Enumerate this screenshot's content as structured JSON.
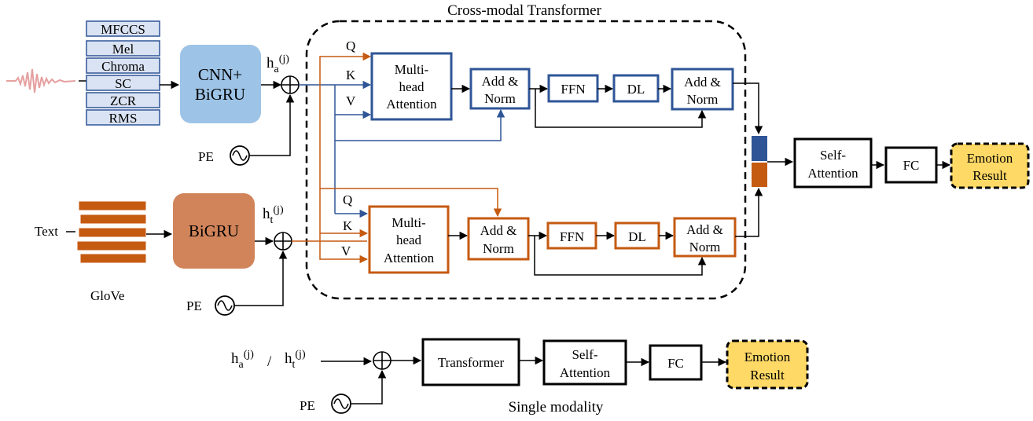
{
  "title": "Cross-modal Transformer",
  "colors": {
    "audio_branch": "#2f5597",
    "text_branch": "#c55a11",
    "cnn_block": "#9dc3e6",
    "bigru_block": "#d1845a",
    "emotion_result": "#ffd966"
  },
  "audio": {
    "features": [
      "MFCCS",
      "Mel",
      "Chroma",
      "SC",
      "ZCR",
      "RMS"
    ],
    "encoder_line1": "CNN+",
    "encoder_line2": "BiGRU",
    "h_base": "h",
    "h_sub": "a",
    "h_sup": "(j)",
    "pe": "PE"
  },
  "text": {
    "input": "Text",
    "embedding": "GloVe",
    "encoder": "BiGRU",
    "h_base": "h",
    "h_sub": "t",
    "h_sup": "(j)",
    "pe": "PE"
  },
  "attention_inputs": {
    "q": "Q",
    "k": "K",
    "v": "V"
  },
  "blocks": {
    "mha_line1": "Multi-",
    "mha_line2": "head",
    "mha_line3": "Attention",
    "addnorm_line1": "Add &",
    "addnorm_line2": "Norm",
    "ffn": "FFN",
    "dl": "DL"
  },
  "fusion": {
    "self_attention_line1": "Self-",
    "self_attention_line2": "Attention",
    "fc": "FC",
    "result_line1": "Emotion",
    "result_line2": "Result"
  },
  "single": {
    "title": "Single modality",
    "input_ha_base": "h",
    "input_ha_sub": "a",
    "input_ha_sup": "(j)",
    "separator": "/",
    "input_ht_base": "h",
    "input_ht_sub": "t",
    "input_ht_sup": "(j)",
    "pe": "PE",
    "transformer": "Transformer",
    "self_attention_line1": "Self-",
    "self_attention_line2": "Attention",
    "fc": "FC",
    "result_line1": "Emotion",
    "result_line2": "Result"
  }
}
